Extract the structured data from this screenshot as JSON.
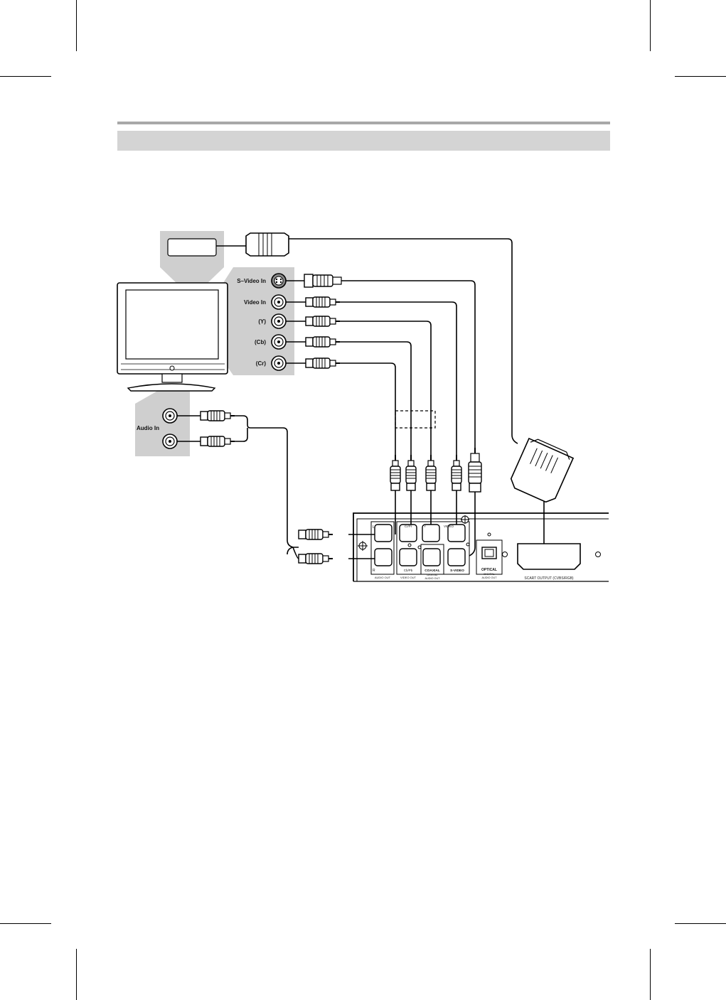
{
  "tv_inputs": {
    "svideo": "S–Video In",
    "video": "Video In",
    "y": "(Y)",
    "cb": "(Cb)",
    "cr": "(Cr)",
    "audio": "Audio In"
  },
  "player_panel": {
    "l": "L",
    "r": "R",
    "audio_out": "AUDIO OUT",
    "crcb_top": "Cr/Pr",
    "cbpb": "Cb/Pb",
    "y": "Y",
    "video_top": "VIDEO",
    "video_out": "VIDEO OUT",
    "coaxial": "COAXIAL",
    "digital": "DIGITAL",
    "audio_out_small": "AUDIO OUT",
    "svideo": "S-VIDEO",
    "optical": "OPTICAL",
    "digital2": "DIGITAL",
    "audio_out_small2": "AUDIO OUT",
    "scart": "SCART OUTPUT (CVBS/RGB)"
  },
  "colors": {
    "header_bar": "#d4d4d4",
    "rule": "#a8a8a8",
    "panel_gray": "#cfcfcf"
  }
}
